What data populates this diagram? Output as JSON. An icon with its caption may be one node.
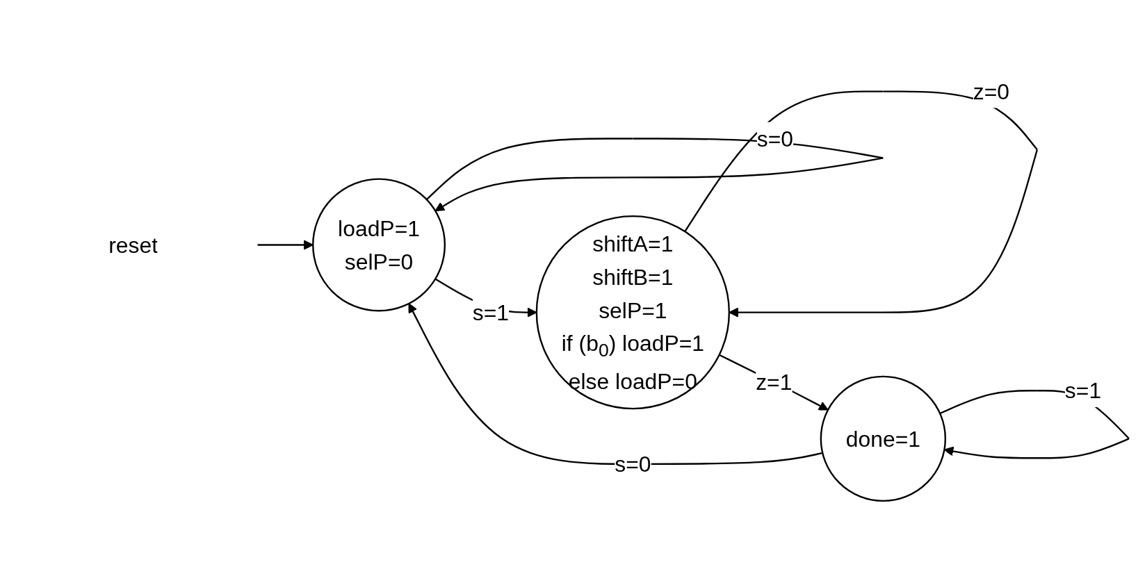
{
  "diagram": {
    "nodes": [
      {
        "text": [
          "reset"
        ]
      },
      {
        "text": [
          "loadP=1 selP=0"
        ]
      },
      {
        "text": [
          "shiftA=1 shiftB=1 selP=1 if (b$_{0}$) loadP=1 else loadP=0"
        ]
      },
      {
        "text": [
          "done=1"
        ]
      }
    ],
    "edges": [
      {
        "from": 0,
        "to": 1,
        "arrow": "to"
      },
      {
        "from": 1,
        "to": 1,
        "arrow": "to",
        "label": "s=0"
      },
      {
        "from": 1,
        "to": 2,
        "arrow": "to",
        "label": "s=1"
      },
      {
        "from": 2,
        "to": 2,
        "arrow": "to",
        "label": "z=0"
      },
      {
        "from": 2,
        "to": 3,
        "arrow": "to",
        "label": "z=1"
      },
      {
        "from": 3,
        "to": 3,
        "arrow": "to",
        "label": "s=1"
      },
      {
        "from": 3,
        "to": 1,
        "arrow": "to",
        "label": "s=0"
      }
    ]
  }
}
